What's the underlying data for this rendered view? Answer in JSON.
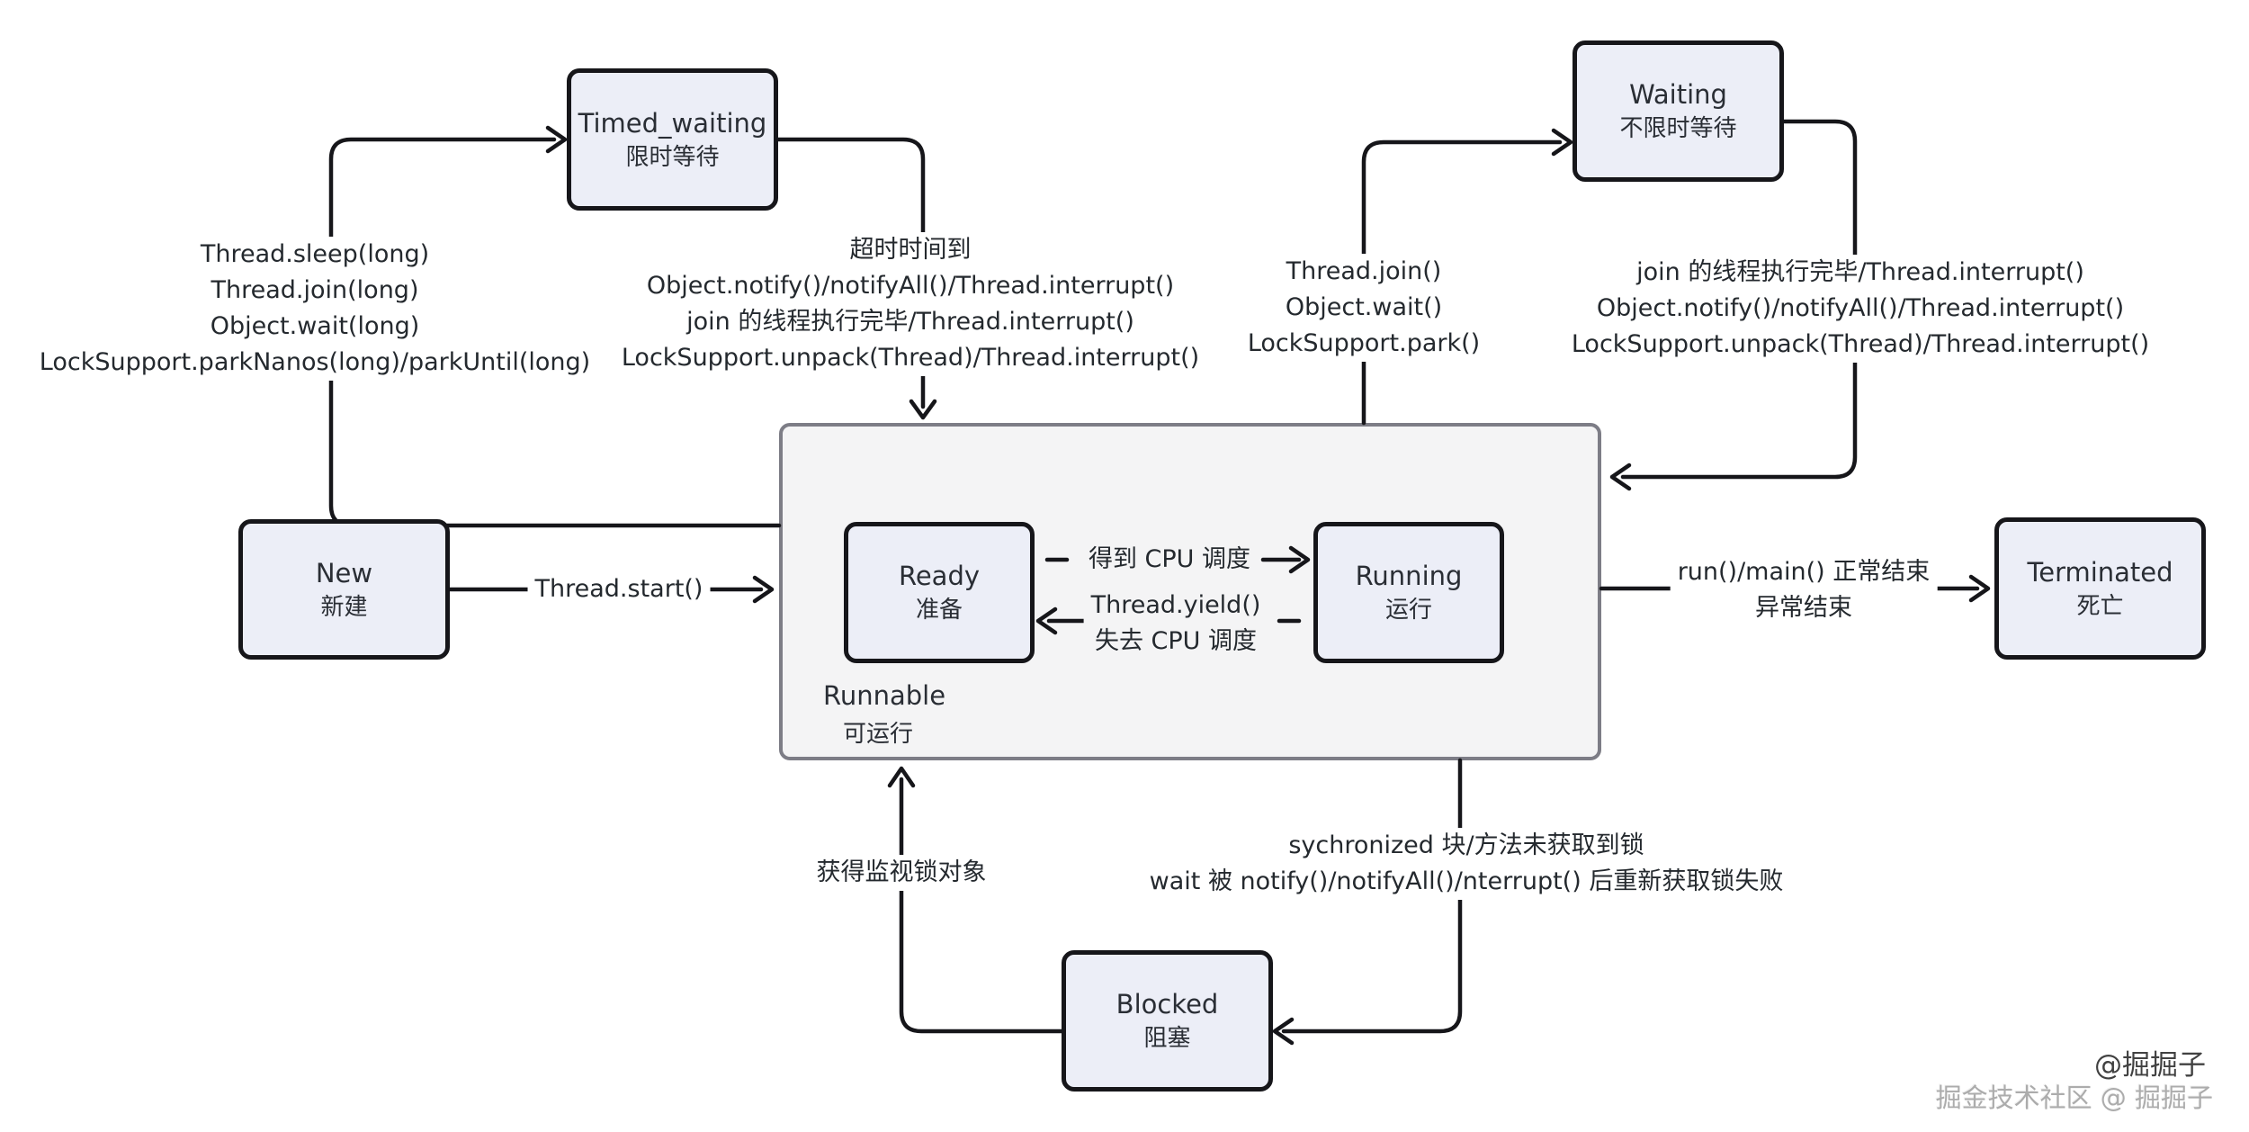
{
  "diagram": {
    "title": "Java thread state diagram",
    "states": {
      "timed_waiting": {
        "en": "Timed_waiting",
        "zh": "限时等待"
      },
      "waiting": {
        "en": "Waiting",
        "zh": "不限时等待"
      },
      "new": {
        "en": "New",
        "zh": "新建"
      },
      "ready": {
        "en": "Ready",
        "zh": "准备"
      },
      "running": {
        "en": "Running",
        "zh": "运行"
      },
      "terminated": {
        "en": "Terminated",
        "zh": "死亡"
      },
      "blocked": {
        "en": "Blocked",
        "zh": "阻塞"
      },
      "runnable": {
        "en": "Runnable",
        "zh": "可运行"
      }
    },
    "labels": {
      "to_timed_waiting": [
        "Thread.sleep(long)",
        "Thread.join(long)",
        "Object.wait(long)",
        "LockSupport.parkNanos(long)/parkUntil(long)"
      ],
      "from_timed_waiting": [
        "超时时间到",
        "Object.notify()/notifyAll()/Thread.interrupt()",
        "join 的线程执行完毕/Thread.interrupt()",
        "LockSupport.unpack(Thread)/Thread.interrupt()"
      ],
      "to_waiting": [
        "Thread.join()",
        "Object.wait()",
        "LockSupport.park()"
      ],
      "from_waiting": [
        "join 的线程执行完毕/Thread.interrupt()",
        "Object.notify()/notifyAll()/Thread.interrupt()",
        "LockSupport.unpack(Thread)/Thread.interrupt()"
      ],
      "thread_start": "Thread.start()",
      "get_cpu": "得到 CPU 调度",
      "thread_yield": "Thread.yield()",
      "lose_cpu": "失去 CPU 调度",
      "to_terminated": [
        "run()/main() 正常结束",
        "异常结束"
      ],
      "acquire_monitor_lock": "获得监视锁对象",
      "to_blocked": [
        "sychronized 块/方法未获取到锁",
        "wait 被 notify()/notifyAll()/nterrupt() 后重新获取锁失败"
      ]
    },
    "watermark": {
      "line1": "@掘掘子",
      "line2": "掘金技术社区 @ 掘掘子"
    },
    "colors": {
      "state_fill": "#eceef7",
      "state_border": "#16161a",
      "container_fill": "#f4f4f5",
      "container_border": "#7d7d86",
      "line": "#16161a",
      "text": "#24292e",
      "watermark_gray": "#acacac"
    }
  }
}
